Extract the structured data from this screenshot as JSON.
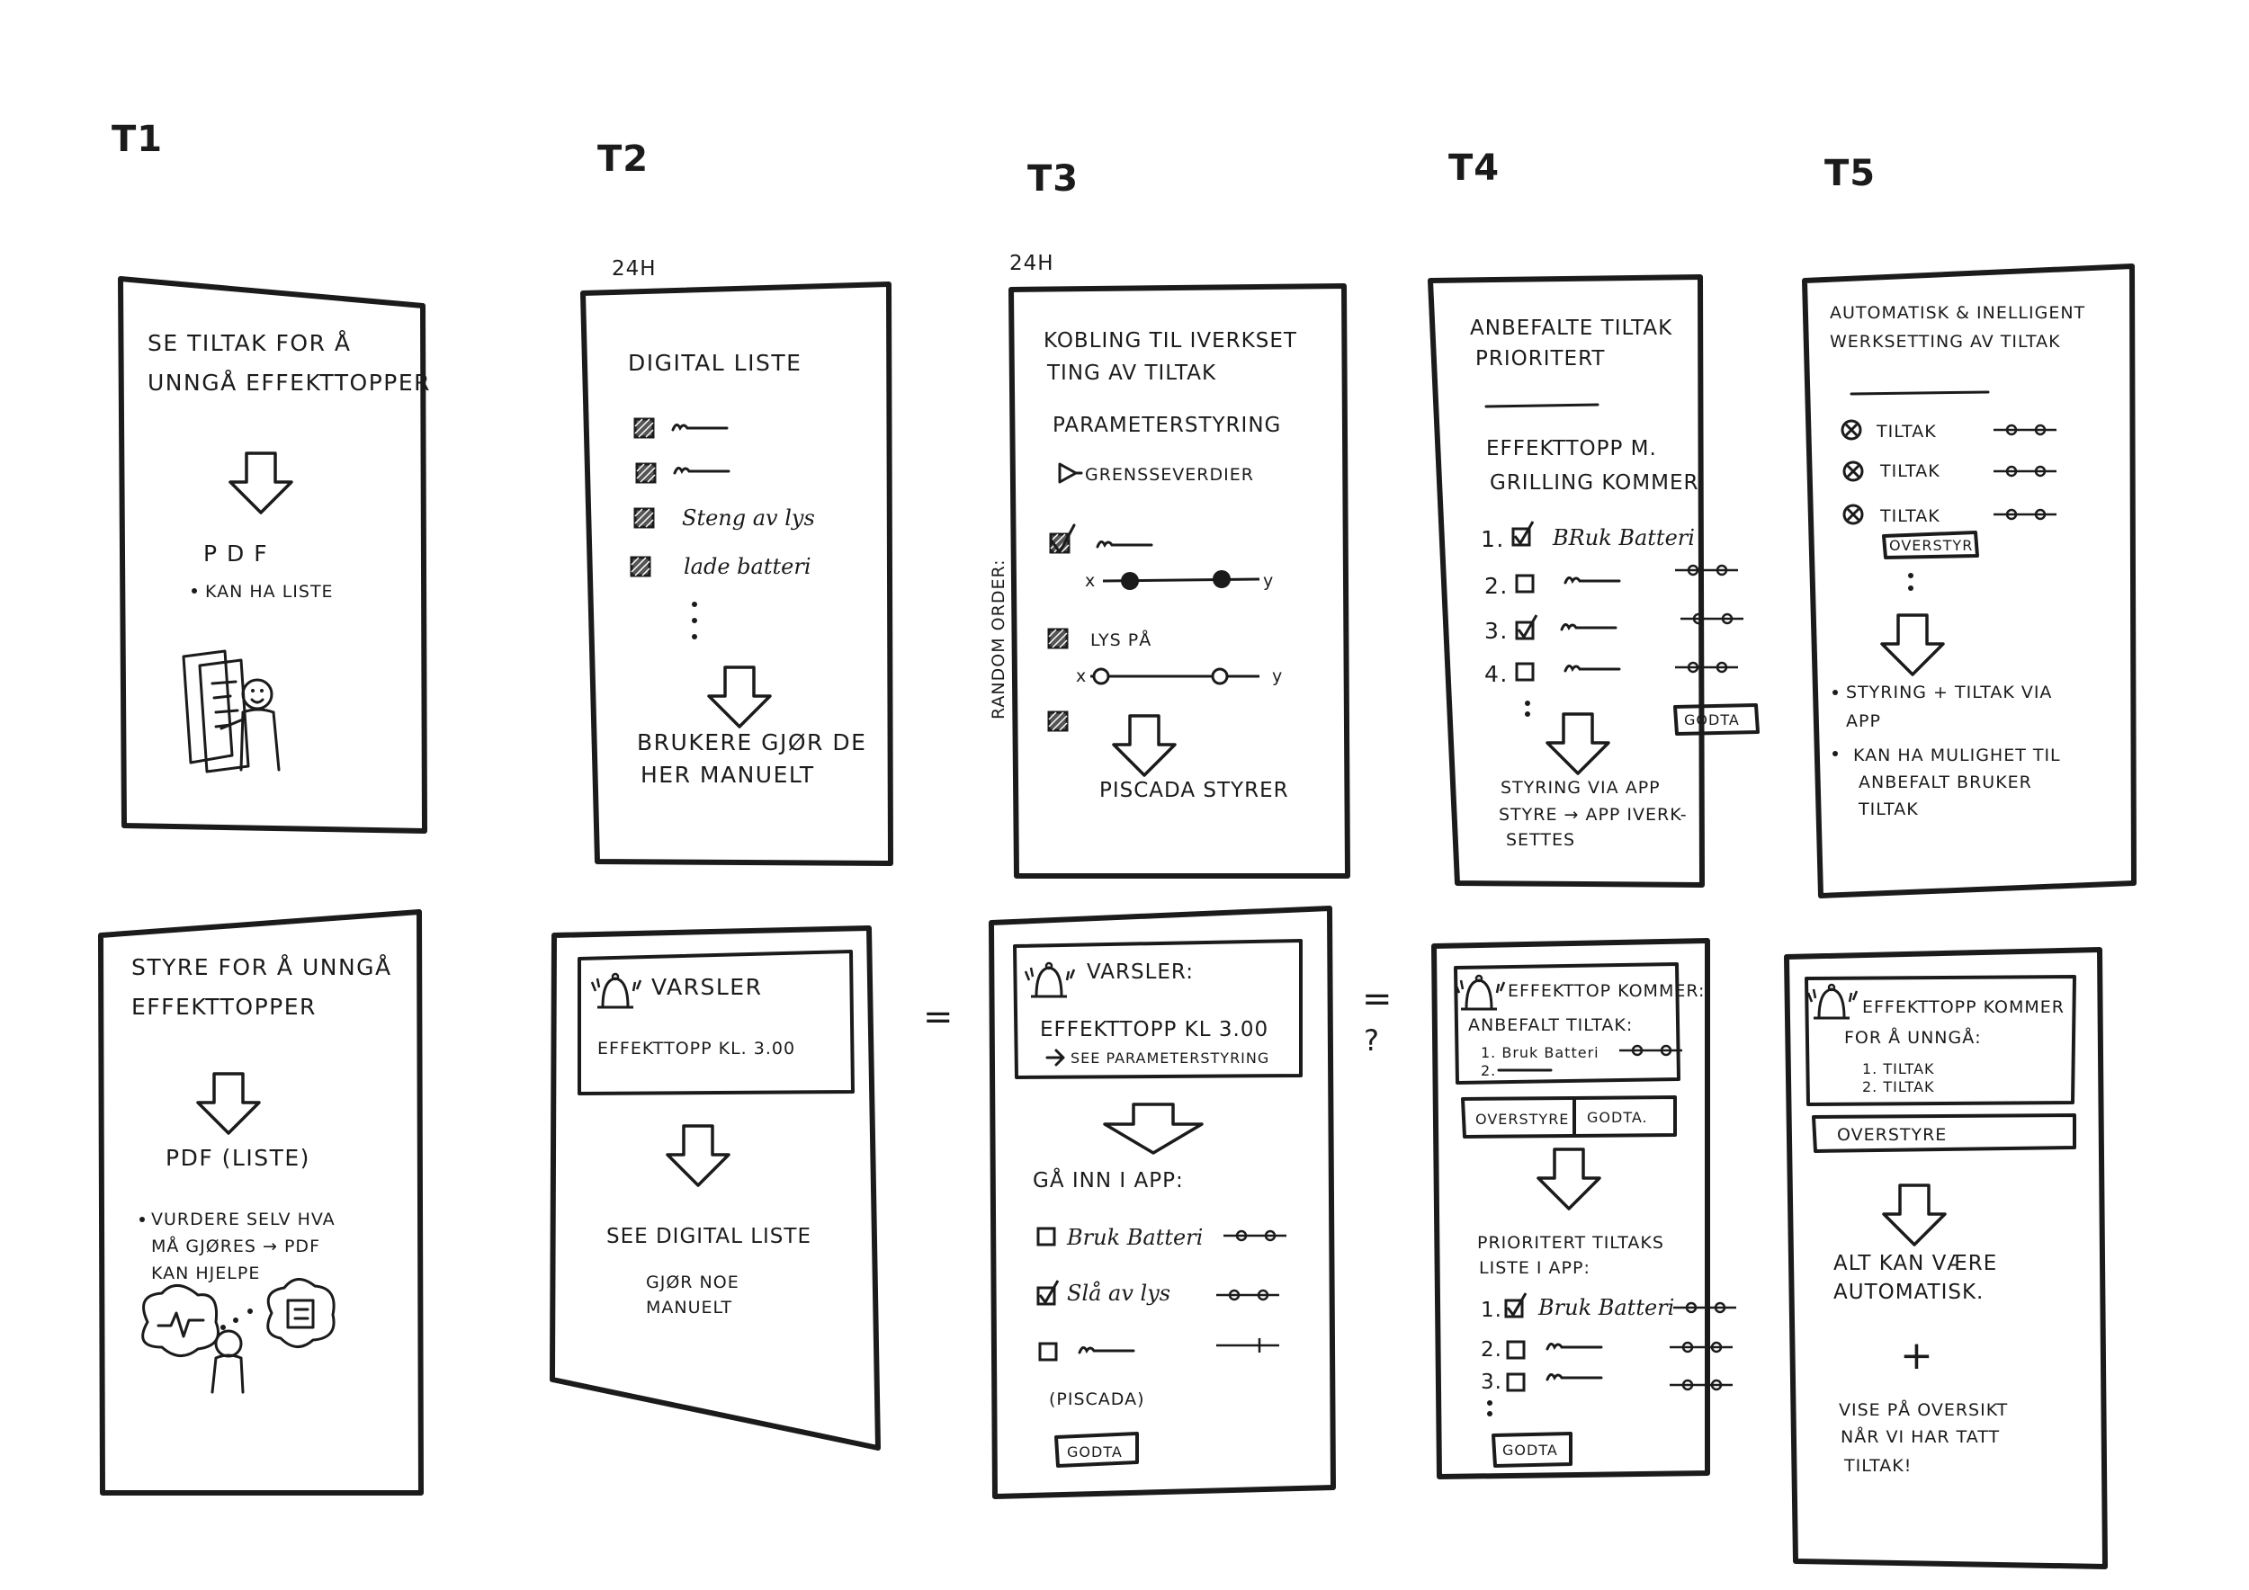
{
  "columns": [
    {
      "id": "t1",
      "label": "T1"
    },
    {
      "id": "t2",
      "label": "T2",
      "duration": "24H"
    },
    {
      "id": "t3",
      "label": "T3",
      "duration": "24H"
    },
    {
      "id": "t4",
      "label": "T4"
    },
    {
      "id": "t5",
      "label": "T5"
    }
  ],
  "side_note": "RANDOM ORDER:",
  "equals_12": "=",
  "equals_34": "=",
  "question_34": "?",
  "t1_top": {
    "title": [
      "SE TILTAK FOR Å",
      "UNNGÅ EFFEKTTOPPER"
    ],
    "pdf": "P D F",
    "bullet": "KAN HA LISTE"
  },
  "t1_bottom": {
    "title": [
      "STYRE FOR Å UNNGÅ",
      "EFFEKTTOPPER"
    ],
    "pdf": "PDF (LISTE)",
    "bullet": [
      "VURDERE SELV HVA",
      "MÅ GJØRES → PDF",
      "KAN HJELPE"
    ]
  },
  "t2_top": {
    "title": "DIGITAL LISTE",
    "items": [
      "Steng av lys",
      "lade batteri"
    ],
    "footer": [
      "BRUKERE GJØR DE",
      "HER MANUELT"
    ]
  },
  "t2_bottom": {
    "alert_title": "VARSLER",
    "alert_body": "EFFEKTTOPP KL. 3.00",
    "see": "SEE DIGITAL LISTE",
    "do": [
      "GJØR NOE",
      "MANUELT"
    ]
  },
  "t3_top": {
    "title": [
      "KOBLING TIL IVERKSET",
      "TING AV TILTAK"
    ],
    "param": "PARAMETERSTYRING",
    "limits": "GRENSSEVERDIER",
    "item2": "LYS PÅ",
    "x": "x",
    "y": "y",
    "footer": "PISCADA STYRER"
  },
  "t3_bottom": {
    "alert_title": "VARSLER:",
    "alert_body": "EFFEKTTOPP KL 3.00",
    "alert_link": "SEE PARAMETERSTYRING",
    "go": "GÅ INN I APP:",
    "items": [
      "Bruk Batteri",
      "Slå av lys"
    ],
    "piscada": "(PISCADA)",
    "button": "GODTA"
  },
  "t4_top": {
    "title": [
      "ANBEFALTE TILTAK",
      "PRIORITERT"
    ],
    "peak": [
      "EFFEKTTOPP M.",
      "GRILLING KOMMER"
    ],
    "item1": "BRuk Batteri",
    "nums": [
      "1.",
      "2.",
      "3.",
      "4."
    ],
    "button": "GODTA",
    "footer": [
      "STYRING VIA APP",
      "STYRE → APP IVERK-",
      "SETTES"
    ]
  },
  "t4_bottom": {
    "alert_title": "EFFEKTTOP KOMMER:",
    "alert_sub": "ANBEFALT TILTAK:",
    "alert_item": "1. Bruk Batteri",
    "alert_item2": "2.",
    "btn_override": "OVERSTYRE",
    "btn_accept": "GODTA.",
    "list_title": [
      "PRIORITERT TILTAKS",
      "LISTE I APP:"
    ],
    "item1": "Bruk Batteri",
    "nums": [
      "1.",
      "2.",
      "3."
    ],
    "button": "GODTA"
  },
  "t5_top": {
    "title": [
      "AUTOMATISK & INELLIGENT",
      "WERKSETTING AV TILTAK"
    ],
    "items": [
      "TILTAK",
      "TILTAK",
      "TILTAK"
    ],
    "override": "OVERSTYR",
    "bullets": [
      [
        "STYRING + TILTAK VIA",
        "APP"
      ],
      [
        "KAN HA MULIGHET TIL",
        "ANBEFALT BRUKER",
        "TILTAK"
      ]
    ]
  },
  "t5_bottom": {
    "alert_title": "EFFEKTTOPP KOMMER",
    "alert_sub": "FOR Å UNNGÅ:",
    "alert_items": [
      "1. TILTAK",
      "2. TILTAK"
    ],
    "override": "OVERSTYRE",
    "auto": [
      "ALT KAN VÆRE",
      "AUTOMATISK."
    ],
    "plus": "+",
    "show": [
      "VISE PÅ OVERSIKT",
      "NÅR VI HAR TATT",
      "TILTAK!"
    ]
  },
  "colors": {
    "ink": "#1b1b1b",
    "paper": "#ffffff"
  },
  "icons": [
    "down-arrow-icon",
    "bell-icon",
    "checkbox-icon",
    "slider-icon",
    "document-icon",
    "person-icon",
    "thought-bubble-icon",
    "cancel-circle-icon"
  ]
}
